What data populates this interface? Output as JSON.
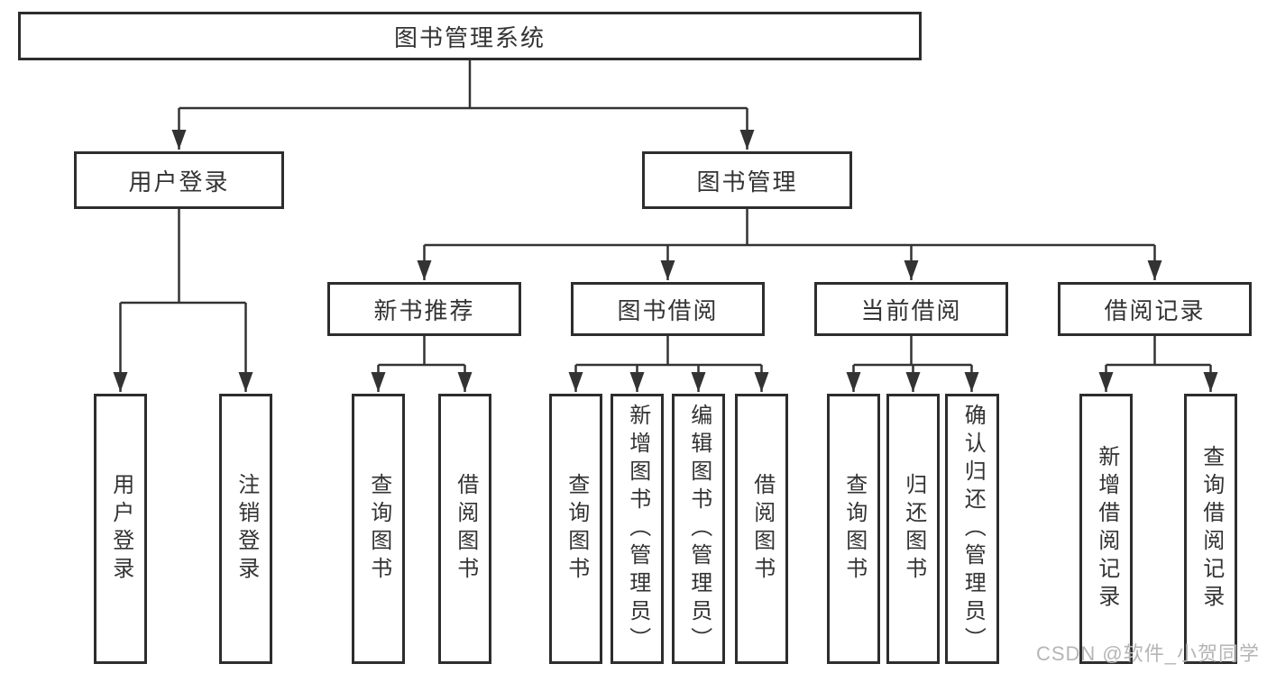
{
  "tree": {
    "root": {
      "label": "图书管理系统"
    },
    "branches": [
      {
        "label": "用户登录",
        "leaves": [
          "用户登录",
          "注销登录"
        ]
      },
      {
        "label": "图书管理",
        "groups": [
          {
            "label": "新书推荐",
            "leaves": [
              "查询图书",
              "借阅图书"
            ]
          },
          {
            "label": "图书借阅",
            "leaves": [
              "查询图书",
              "新增图书（管理员）",
              "编辑图书（管理员）",
              "借阅图书"
            ]
          },
          {
            "label": "当前借阅",
            "leaves": [
              "查询图书",
              "归还图书",
              "确认归还（管理员）"
            ]
          },
          {
            "label": "借阅记录",
            "leaves": [
              "新增借阅记录",
              "查询借阅记录"
            ]
          }
        ]
      }
    ]
  },
  "watermark": {
    "text": "CSDN @软件_小贺同学"
  },
  "colors": {
    "line": "#333333",
    "box_border": "#2d2d2d",
    "text": "#333333",
    "watermark": "#b5b5b5",
    "background": "#ffffff"
  }
}
